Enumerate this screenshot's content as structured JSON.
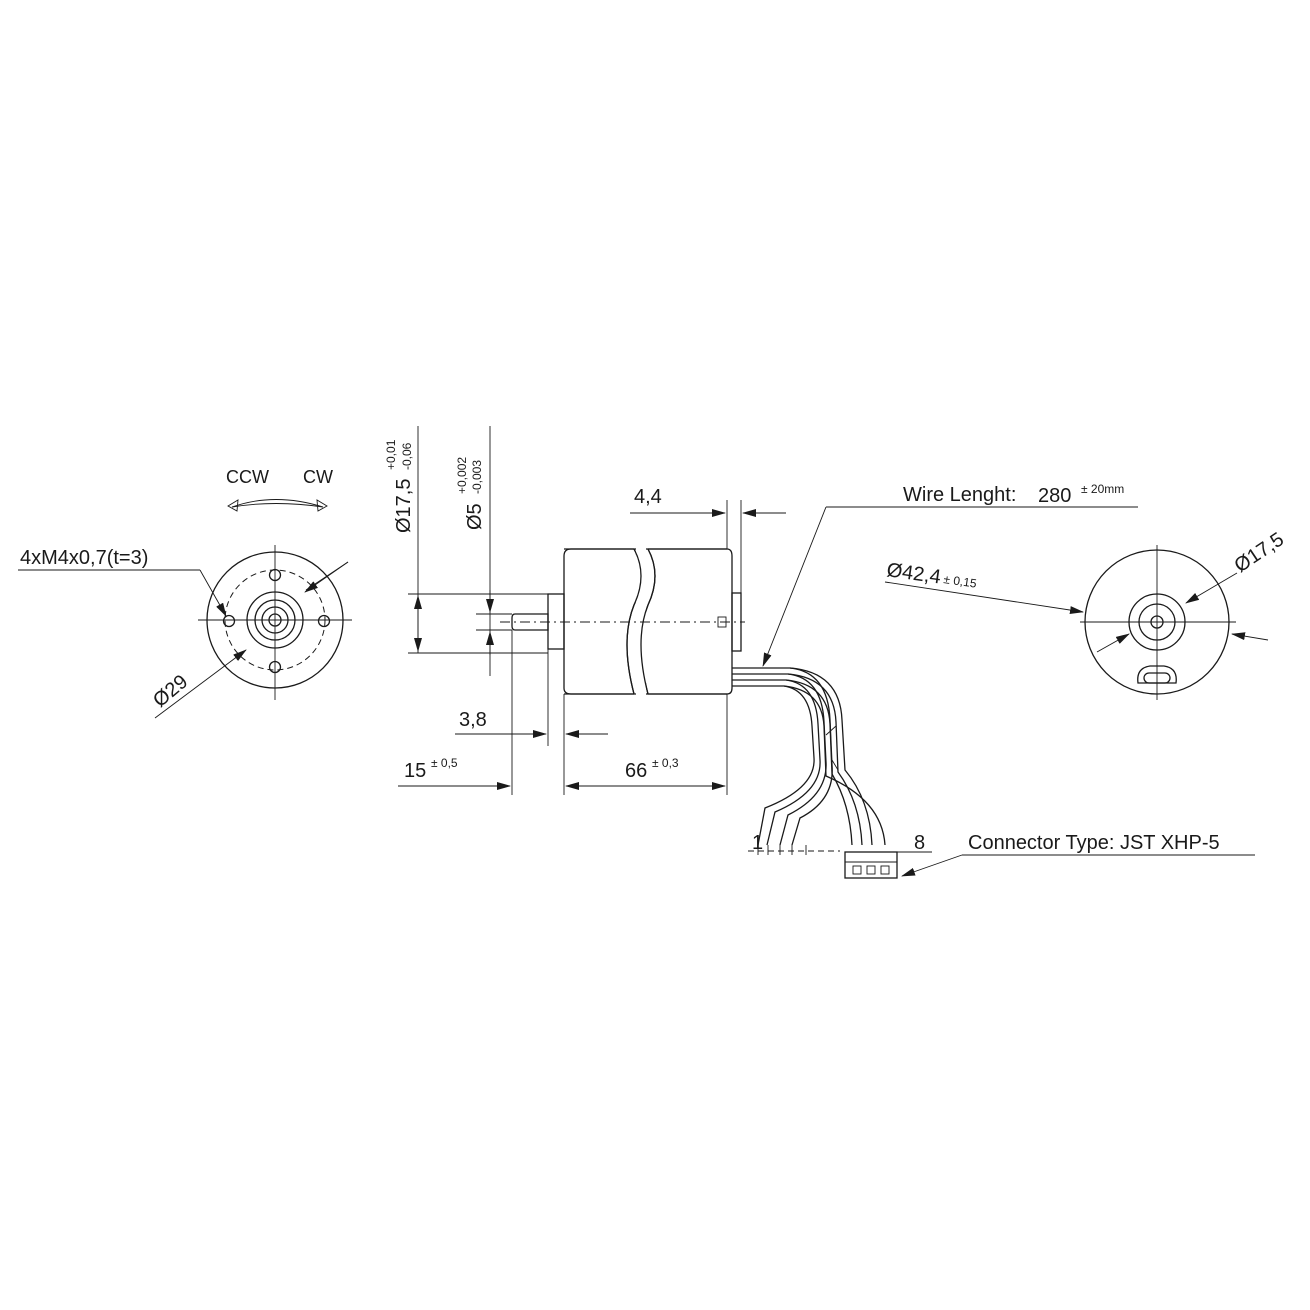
{
  "left_view": {
    "rotation": {
      "ccw": "CCW",
      "cw": "CW"
    },
    "thread_label": "4xM4x0,7(t=3)",
    "bolt_circle": "Ø29"
  },
  "side_view": {
    "dia_17_5": {
      "value": "Ø17,5",
      "upper": "+0,01",
      "lower": "-0,06"
    },
    "dia_5": {
      "value": "Ø5",
      "upper": "+0,002",
      "lower": "-0,003"
    },
    "dim_4_4": "4,4",
    "dim_3_8": "3,8",
    "dim_15": {
      "value": "15",
      "tol": "± 0,5"
    },
    "dim_66": {
      "value": "66",
      "tol": "± 0,3"
    },
    "wire": {
      "label": "Wire Lenght:",
      "value": "280",
      "tol": "± 20mm"
    },
    "pin_first": "1",
    "pin_last": "8",
    "connector_label": "Connector Type: JST XHP-5"
  },
  "right_view": {
    "dia_42_4": {
      "value": "Ø42,4",
      "tol": "± 0,15"
    },
    "dia_17_5": "Ø17,5"
  }
}
